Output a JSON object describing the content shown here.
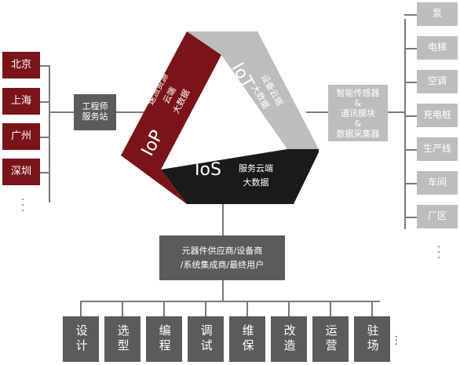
{
  "cities": [
    "北京",
    "上海",
    "广州",
    "深圳"
  ],
  "engineer_station": "工程师\n服务站",
  "iop": {
    "title": "IoP",
    "lines": [
      "速派资源",
      "云端",
      "大数据"
    ]
  },
  "iot": {
    "title": "IoT",
    "lines": [
      "设备云端",
      "大数据"
    ]
  },
  "ios": {
    "title": "IoS",
    "lines": [
      "服务云端",
      "大数据"
    ]
  },
  "sensors": [
    "智能传感器",
    "&",
    "通讯模块",
    "&",
    "数据采集器"
  ],
  "devices": [
    "泵",
    "电梯",
    "空调",
    "充电桩",
    "生产线",
    "车间",
    "厂区"
  ],
  "suppliers": [
    "元器件供应商/设备商",
    "/系统集成商/最终用户"
  ],
  "services": [
    "设计",
    "选型",
    "编程",
    "调试",
    "维保",
    "改造",
    "运营",
    "驻场"
  ],
  "colors": {
    "red": "#7a1418",
    "gray": "#bdbdbd",
    "dark": "#1a1a1a",
    "box_gray": "#5b5b5b"
  }
}
